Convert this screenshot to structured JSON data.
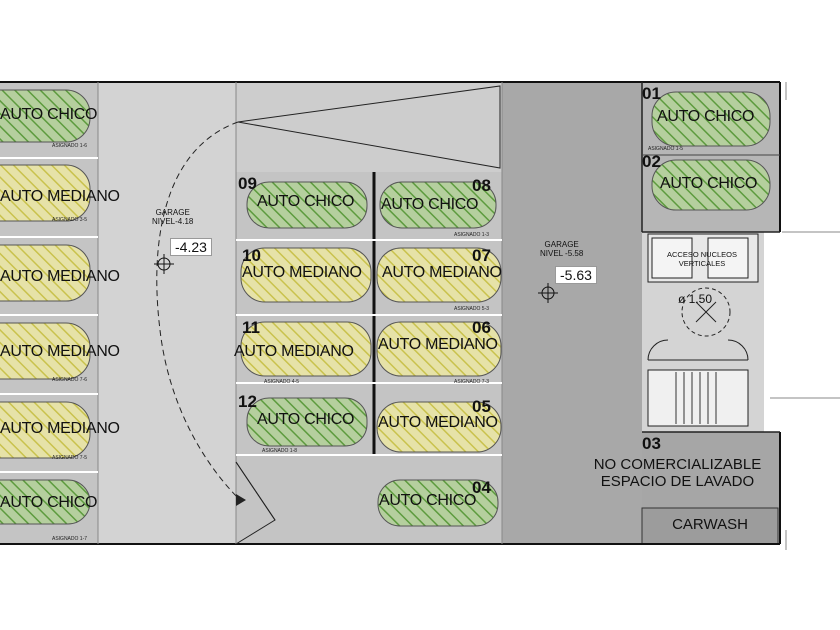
{
  "levels": {
    "left": {
      "title": "GARAGE",
      "subtitle": "NIVEL-4.18",
      "value": "-4.23"
    },
    "middle": {
      "title": "GARAGE",
      "subtitle": "NIVEL -5.58",
      "value": "-5.63"
    }
  },
  "left_strip": [
    {
      "label": "AUTO CHICO",
      "tag": "ASIGNADO 1-6",
      "type": "chico"
    },
    {
      "label": "AUTO MEDIANO",
      "tag": "ASIGNADO 3-5",
      "type": "mediano"
    },
    {
      "label": "AUTO MEDIANO",
      "tag": "",
      "type": "mediano"
    },
    {
      "label": "AUTO MEDIANO",
      "tag": "ASIGNADO 7-6",
      "type": "mediano"
    },
    {
      "label": "AUTO MEDIANO",
      "tag": "ASIGNADO 7-5",
      "type": "mediano"
    },
    {
      "label": "AUTO CHICO",
      "tag": "ASIGNADO 1-7",
      "type": "chico"
    }
  ],
  "spots": {
    "s01": {
      "num": "01",
      "label": "AUTO CHICO",
      "tag": "ASIGNADO 1-5"
    },
    "s02": {
      "num": "02",
      "label": "AUTO CHICO",
      "tag": ""
    },
    "s04": {
      "num": "04",
      "label": "AUTO CHICO",
      "tag": ""
    },
    "s05": {
      "num": "05",
      "label": "AUTO MEDIANO",
      "tag": ""
    },
    "s06": {
      "num": "06",
      "label": "AUTO MEDIANO",
      "tag": "ASIGNADO 7-3"
    },
    "s07": {
      "num": "07",
      "label": "AUTO MEDIANO",
      "tag": "ASIGNADO 5-3"
    },
    "s08": {
      "num": "08",
      "label": "AUTO CHICO",
      "tag": "ASIGNADO 1-3"
    },
    "s09": {
      "num": "09",
      "label": "AUTO CHICO",
      "tag": ""
    },
    "s10": {
      "num": "10",
      "label": "AUTO MEDIANO",
      "tag": ""
    },
    "s11": {
      "num": "11",
      "label": "AUTO MEDIANO",
      "tag": "ASIGNADO 4-5"
    },
    "s12": {
      "num": "12",
      "label": "AUTO CHICO",
      "tag": "ASIGNADO 1-8"
    }
  },
  "s03": {
    "num": "03",
    "line1": "NO COMERCIALIZABLE",
    "line2": "ESPACIO DE LAVADO"
  },
  "carwash": "CARWASH",
  "acceso": {
    "line1": "ACCESO NUCLEOS",
    "line2": "VERTICALES"
  },
  "diameter": "ø 1.50",
  "colors": {
    "chico": "#6aa84f",
    "mediano": "#d9d46a",
    "floor_light": "#d0d0d0",
    "floor_mid": "#bdbdbd",
    "floor_dark": "#a6a6a6"
  }
}
